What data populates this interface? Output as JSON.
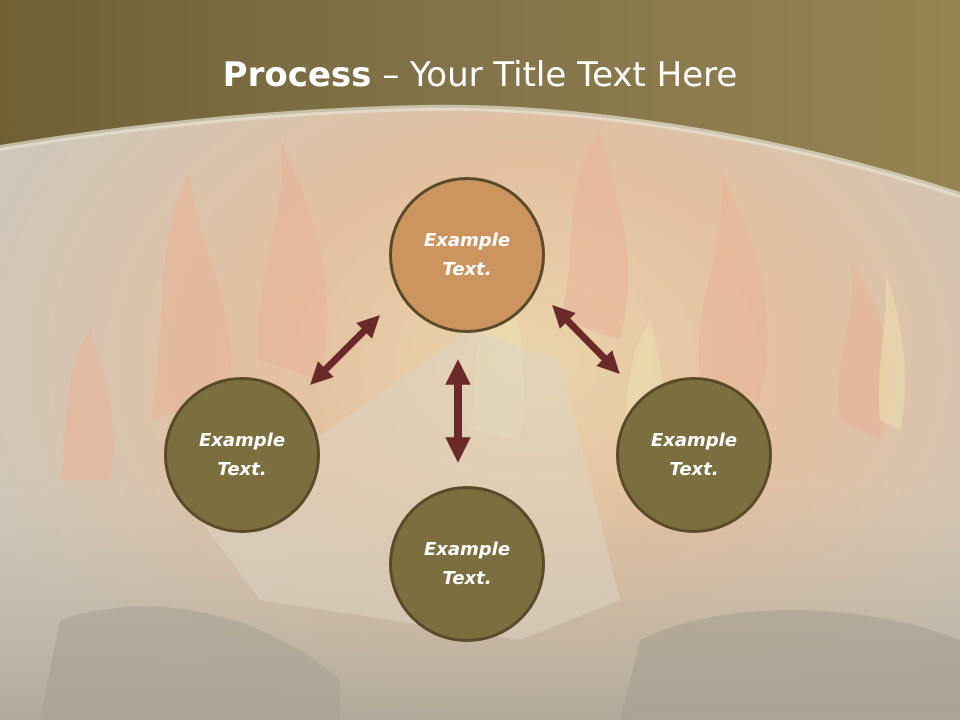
{
  "slide": {
    "title_bold": "Process",
    "title_sep": " – ",
    "title_rest": "Your Title Text Here"
  },
  "colors": {
    "header": "#7a6a3e",
    "node_fill": "#7c6f3f",
    "node_highlight": "#cc9560",
    "node_border": "#5a4a2a",
    "arrow": "#6b2a2a"
  },
  "nodes": {
    "top": "Example Text.",
    "left": "Example Text.",
    "right": "Example Text.",
    "bottom": "Example Text."
  }
}
